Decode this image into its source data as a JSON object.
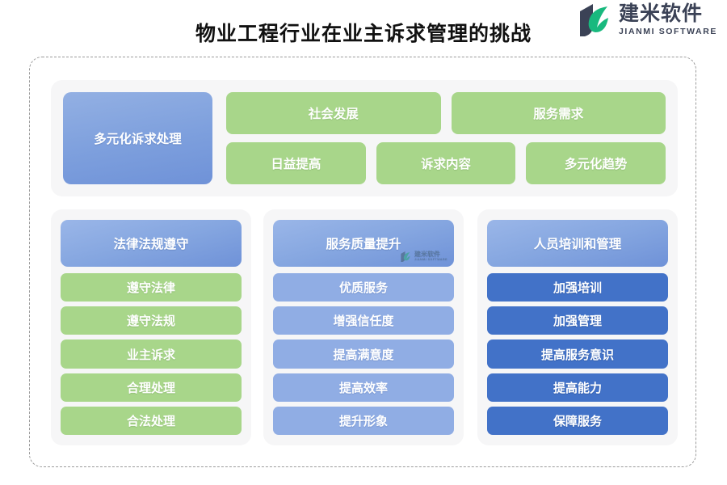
{
  "header": {
    "title": "物业工程行业在业主诉求管理的挑战",
    "brand": {
      "cn": "建米软件",
      "en": "JIANMI SOFTWARE",
      "mark_icon": "jianmi-leaf-logo-icon"
    }
  },
  "top_section": {
    "hero": {
      "label": "多元化诉求处理"
    },
    "row1": [
      {
        "label": "社会发展"
      },
      {
        "label": "服务需求"
      }
    ],
    "row2": [
      {
        "label": "日益提高"
      },
      {
        "label": "诉求内容"
      },
      {
        "label": "多元化趋势"
      }
    ]
  },
  "columns": [
    {
      "head": "法律法规遵守",
      "item_style": "green",
      "items": [
        "遵守法律",
        "遵守法规",
        "业主诉求",
        "合理处理",
        "合法处理"
      ]
    },
    {
      "head": "服务质量提升",
      "item_style": "blue-mid",
      "watermark": {
        "cn": "建米软件",
        "en": "JIANMI SOFTWARE",
        "icon": "jianmi-watermark-icon"
      },
      "items": [
        "优质服务",
        "增强信任度",
        "提高满意度",
        "提高效率",
        "提升形象"
      ]
    },
    {
      "head": "人员培训和管理",
      "item_style": "blue-dark",
      "items": [
        "加强培训",
        "加强管理",
        "提高服务意识",
        "提高能力",
        "保障服务"
      ]
    }
  ],
  "colors": {
    "green": "#a8d68a",
    "blue_mid": "#90ade4",
    "blue_dark": "#4272c8",
    "hero_blue": "#7d9fdd",
    "panel_bg": "#f6f6f7",
    "frame_dash": "#9b9b9b",
    "brand_navy": "#3b4256",
    "brand_green": "#1fb880"
  }
}
